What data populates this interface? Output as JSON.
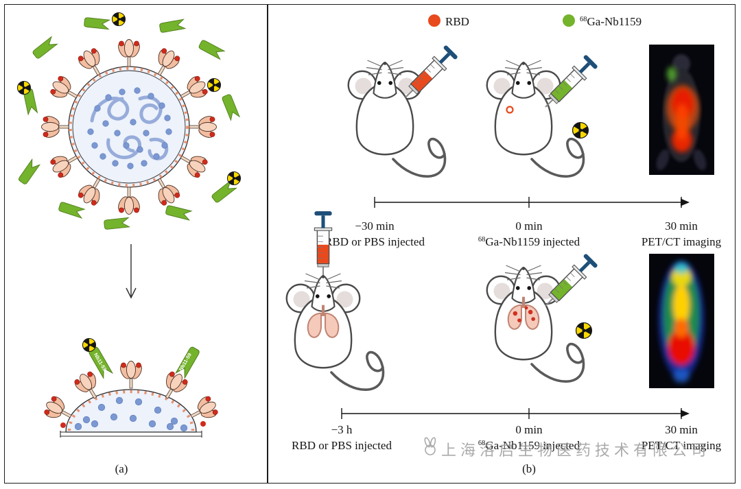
{
  "figure": {
    "panel_a_label": "(a)",
    "panel_b_label": "(b)"
  },
  "panel_a": {
    "nanobody_label_left": "Nb11-59",
    "nanobody_label_right": "Nb11-59"
  },
  "panel_b": {
    "legend": {
      "rbd": "RBD",
      "ga_sup": "68",
      "ga_name": "Ga-Nb1159"
    },
    "timeline_top": {
      "time1": "−30 min",
      "event1": "RBD or PBS injected",
      "time2": "0 min",
      "event2_sup": "68",
      "event2": "Ga-Nb1159 injected",
      "time3": "30 min",
      "event3": "PET/CT imaging"
    },
    "timeline_bottom": {
      "time1": "−3 h",
      "event1": "RBD or PBS injected",
      "time2": "0 min",
      "event2_sup": "68",
      "event2": "Ga-Nb1159 injected",
      "time3": "30 min",
      "event3": "PET/CT imaging"
    }
  },
  "watermark": "上海洛启生物医药技术有限公司",
  "colors": {
    "rbd_orange": "#e8491d",
    "nanobody_green": "#74b32c",
    "radioactive_yellow": "#f8d800",
    "spike_salmon": "#f5cdb4",
    "rna_blue": "#7b98d2"
  }
}
